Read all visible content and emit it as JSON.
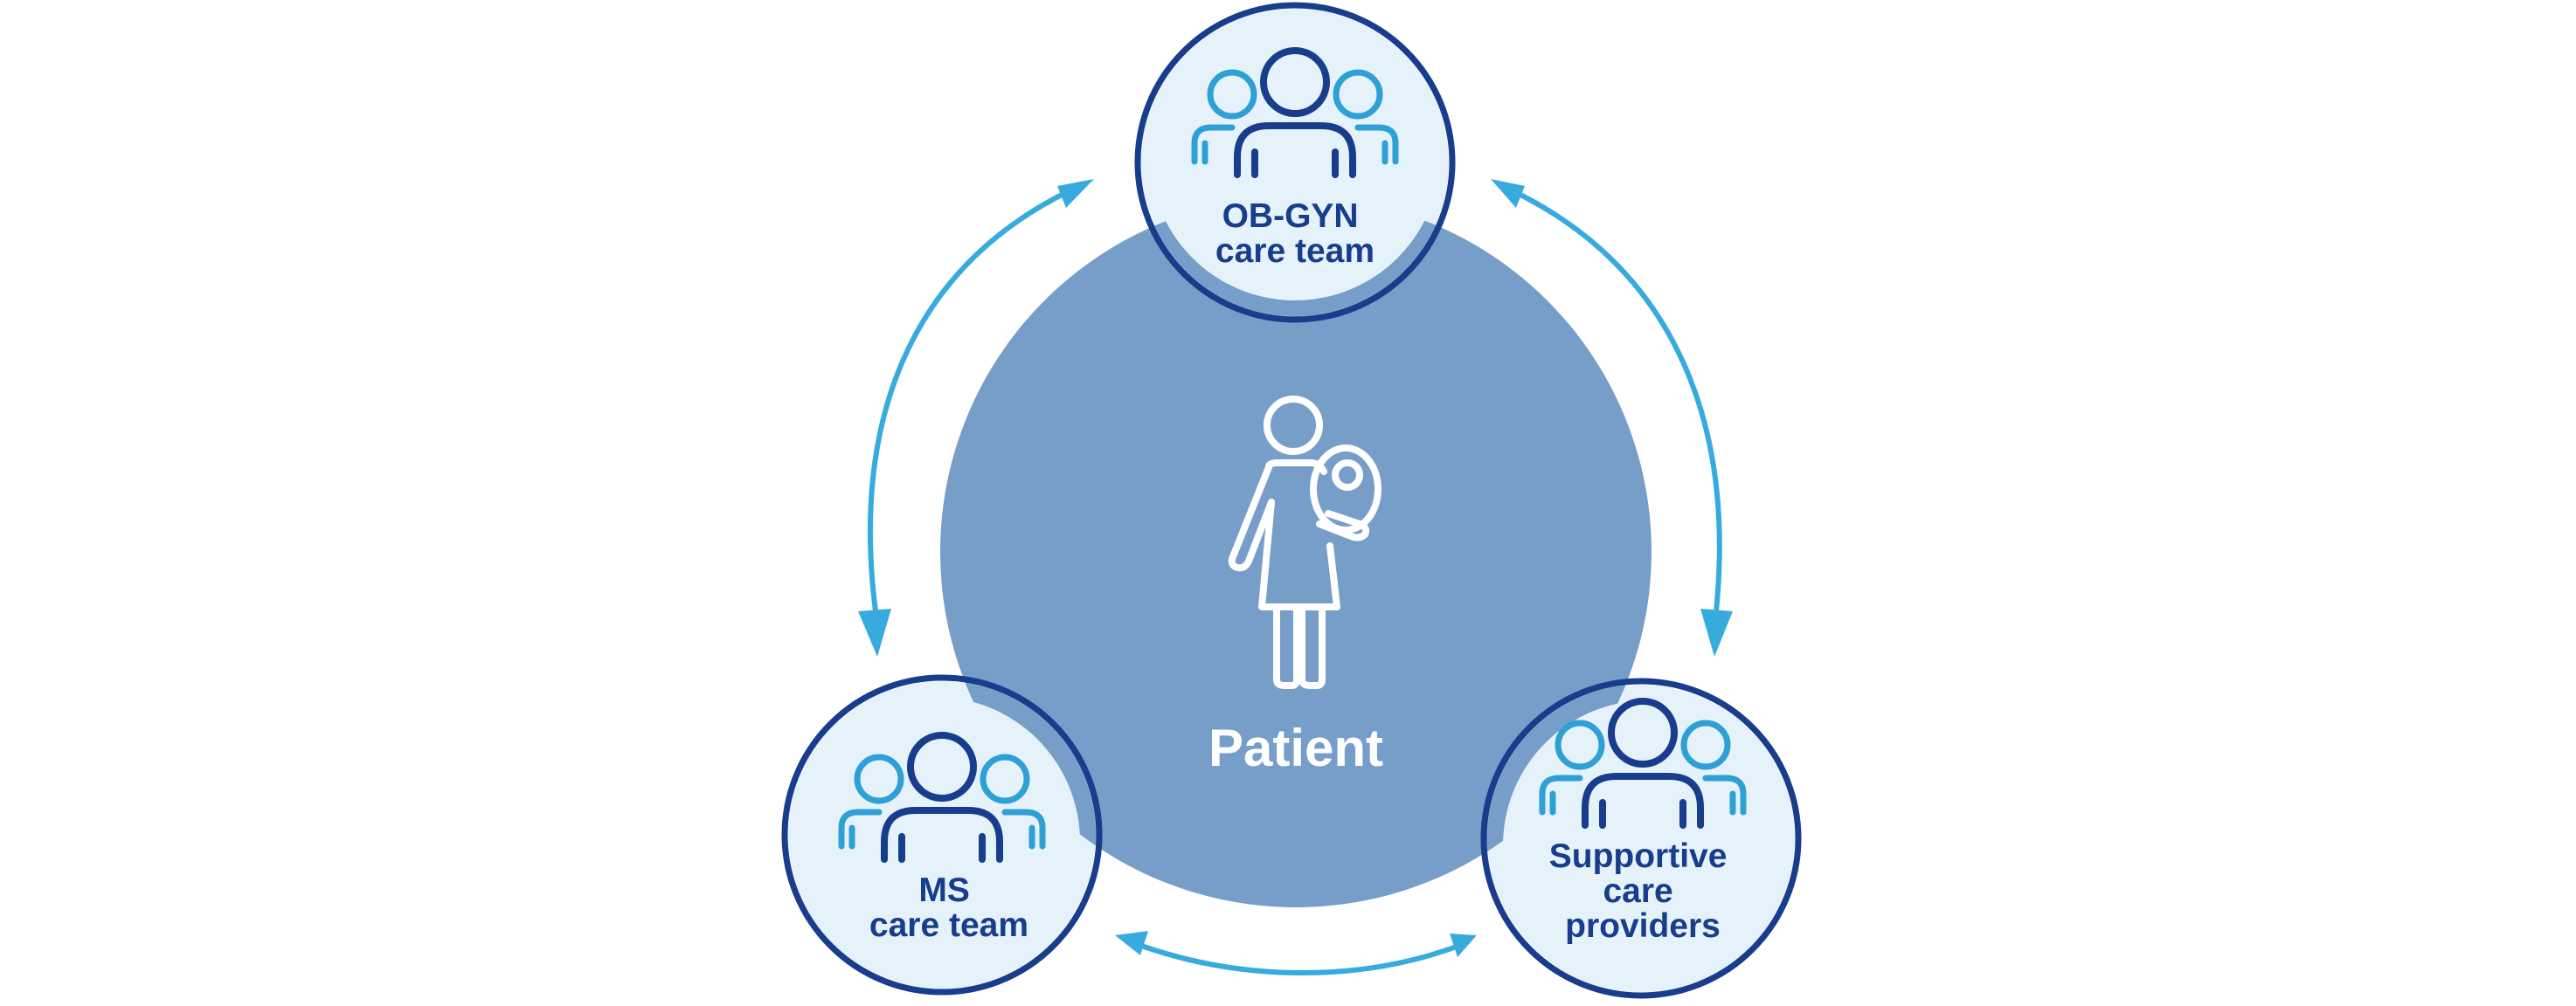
{
  "colors": {
    "background": "#ffffff",
    "center_fill": "#769ec9",
    "center_figure": "#ffffff",
    "node_fill": "#e6f2fa",
    "node_ring": "#173d8c",
    "node_shadow": "#769ec9",
    "team_side_icon": "#2ea0d6",
    "team_center_icon": "#173d8c",
    "node_text": "#173d8c",
    "arrow": "#38abde"
  },
  "center": {
    "label": "Patient",
    "icon": "mother-with-baby-icon"
  },
  "nodes": [
    {
      "id": "obgyn",
      "icon": "care-team-group-icon",
      "lines": [
        "OB-GYN",
        "care team"
      ]
    },
    {
      "id": "ms",
      "icon": "care-team-group-icon",
      "lines": [
        "MS",
        "care team"
      ]
    },
    {
      "id": "supportive",
      "icon": "care-team-group-icon",
      "lines": [
        "Supportive",
        "care",
        "providers"
      ]
    }
  ],
  "arrows": [
    {
      "id": "obgyn-ms",
      "style": "double-headed"
    },
    {
      "id": "obgyn-supportive",
      "style": "double-headed"
    },
    {
      "id": "ms-supportive",
      "style": "double-headed"
    }
  ]
}
